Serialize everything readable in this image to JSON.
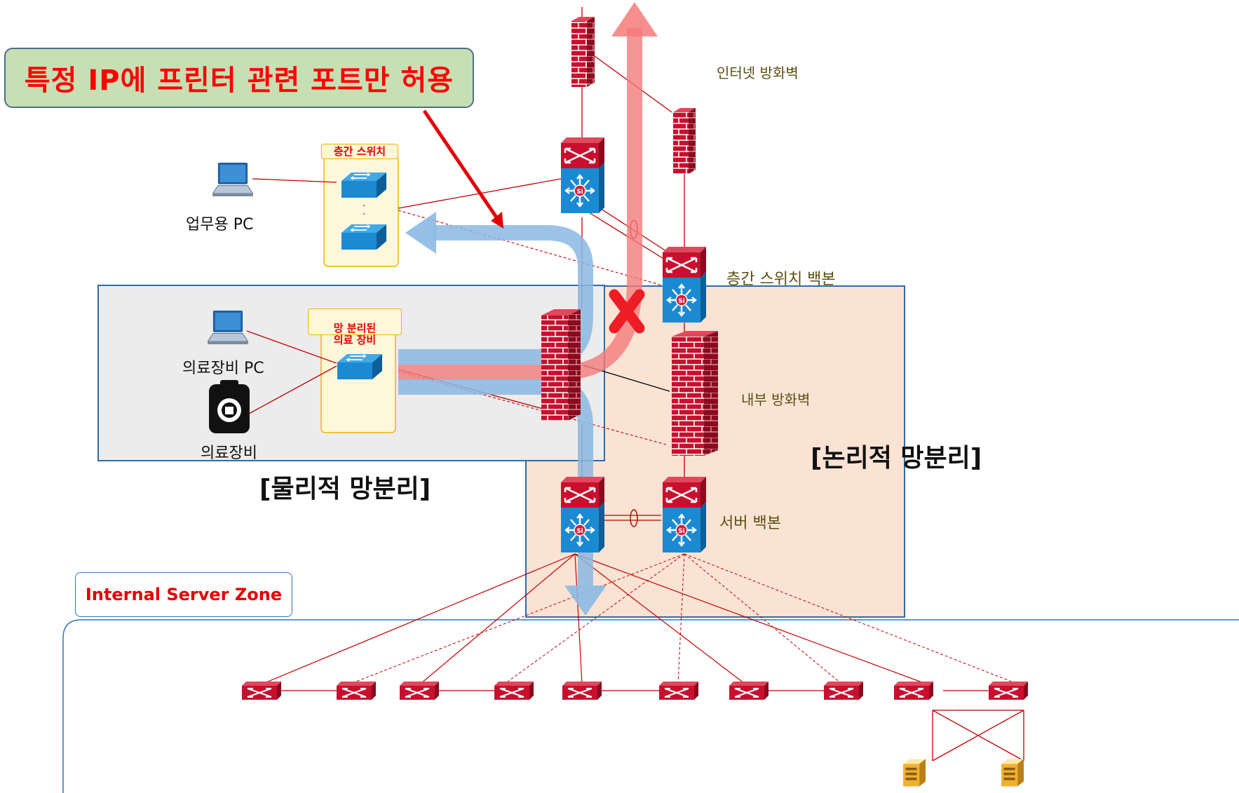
{
  "callout": {
    "text": "특정 IP에 프린터 관련 포트만 허용"
  },
  "labels": {
    "internet_firewall": "인터넷 방화벽",
    "floor_backbone": "층간 스위치 백본",
    "internal_firewall": "내부 방화벽",
    "server_backbone": "서버 백본",
    "work_pc": "업무용 PC",
    "medical_pc": "의료장비 PC",
    "medical_device": "의료장비",
    "floor_switch_box": "층간 스위치",
    "medical_switch_box": "망 분리된\n의료 장비",
    "physical_sep": "[물리적 망분리]",
    "logical_sep": "[논리적 망분리]",
    "server_zone": "Internal Server Zone"
  },
  "colors": {
    "red_device": "#c8102e",
    "blue_device": "#1b8ad3",
    "red_line": "#c00000",
    "blocked_flow": "#f47a7a",
    "allowed_flow": "#8bb9e3",
    "physical_zone": "#ececec",
    "logical_zone": "#fbe3d4",
    "callout_bg": "#c6dfb3",
    "zone_border": "#2e75b6"
  },
  "icons": {
    "firewall": "brick-firewall-icon",
    "l3_switch": "layer3-switch-icon",
    "l2_switch": "workgroup-switch-icon",
    "laptop": "laptop-icon",
    "medical_device": "medical-device-icon",
    "server": "server-icon",
    "blocked": "x-mark-icon"
  }
}
